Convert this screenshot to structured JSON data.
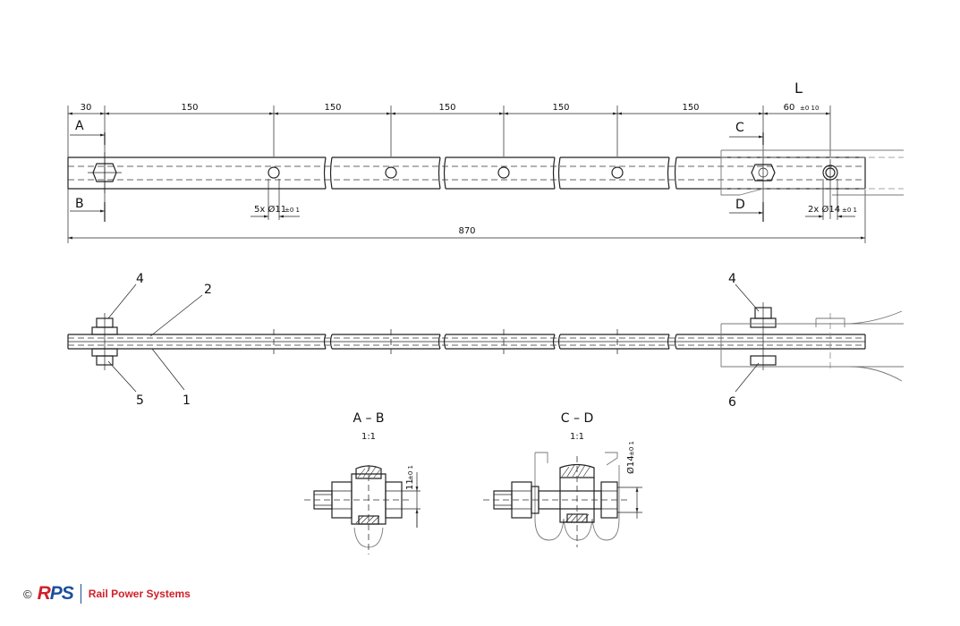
{
  "drawing": {
    "dimensions": {
      "d30": "30",
      "d150_1": "150",
      "d150_2": "150",
      "d150_3": "150",
      "d150_4": "150",
      "d150_5": "150",
      "d60": "60",
      "d60_tol": "±0 10",
      "overall": "870",
      "holes_small": "5x Ø11",
      "holes_small_tol": "±0 1",
      "holes_large": "2x Ø14",
      "holes_large_tol": "±0 1",
      "ab_dim": "11",
      "ab_dim_tol": "±0 1",
      "cd_dim": "Ø14",
      "cd_dim_tol": "±0 1"
    },
    "length_label": "L",
    "section_letters": {
      "a": "A",
      "b": "B",
      "c": "C",
      "d": "D"
    },
    "callouts": {
      "c1": "1",
      "c2": "2",
      "c4_left": "4",
      "c4_right": "4",
      "c5": "5",
      "c6": "6"
    },
    "section_ab": {
      "title": "A – B",
      "scale": "1:1"
    },
    "section_cd": {
      "title": "C – D",
      "scale": "1:1"
    }
  },
  "footer": {
    "copyright": "©",
    "logo_r": "R",
    "logo_ps": "PS",
    "company": "Rail Power Systems",
    "brand_colors": {
      "blue": "#1c4f9c",
      "red": "#d0202a"
    }
  }
}
